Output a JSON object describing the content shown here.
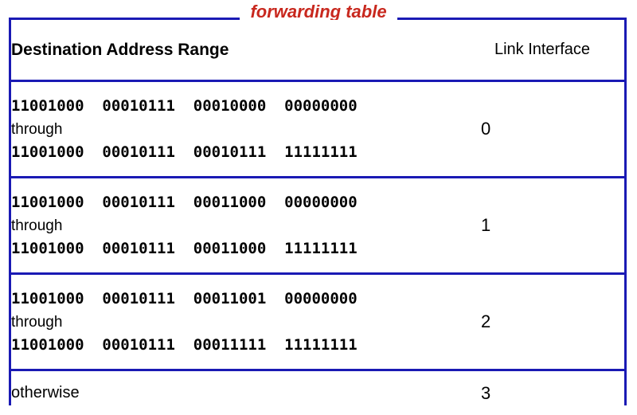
{
  "figure": {
    "title": "forwarding table",
    "title_color": "#c8281e",
    "border_color": "#1a1ab4"
  },
  "table": {
    "columns": [
      {
        "key": "range",
        "header": "Destination Address Range"
      },
      {
        "key": "link",
        "header": "Link Interface"
      }
    ],
    "rows": [
      {
        "start": "11001000  00010111  00010000  00000000",
        "connector": "through",
        "end": "11001000  00010111  00010111  11111111",
        "link": "0"
      },
      {
        "start": "11001000  00010111  00011000  00000000",
        "connector": "through",
        "end": "11001000  00010111  00011000  11111111",
        "link": "1"
      },
      {
        "start": "11001000  00010111  00011001  00000000",
        "connector": "through",
        "end": "11001000  00010111  00011111  11111111",
        "link": "2"
      }
    ],
    "default_row": {
      "label": "otherwise",
      "link": "3"
    }
  }
}
